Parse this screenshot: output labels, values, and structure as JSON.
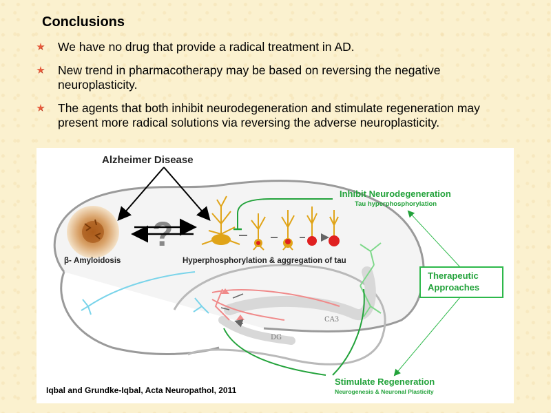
{
  "slide": {
    "title": "Conclusions",
    "bullets": [
      "We have no drug that provide a radical treatment in AD.",
      "New trend in pharmacotherapy may be based on reversing the negative neuroplasticity.",
      "The agents that both inhibit neurodegeneration and stimulate regeneration may present more radical solutions via reversing the adverse neuroplasticity."
    ]
  },
  "figure": {
    "heading": "Alzheimer Disease",
    "question_mark": "?",
    "amyloid_label": "β- Amyloidosis",
    "tau_label": "Hyperphosphorylation & aggregation of tau",
    "inhibit_title": "Inhibit Neurodegeneration",
    "inhibit_sub": "Tau hyperphosphorylation",
    "therapeutic_line1": "Therapeutic",
    "therapeutic_line2": "Approaches",
    "stimulate_title": "Stimulate Regeneration",
    "stimulate_sub": "Neurogenesis & Neuronal Plasticity",
    "ca3_label": "CA3",
    "dg_label": "DG",
    "citation": "Iqbal and Grundke-Iqbal, Acta Neuropathol, 2011"
  },
  "colors": {
    "green": "#22a23a",
    "light_green": "#2db84a",
    "tau_gold": "#e0a418",
    "tangle_red": "#e02020",
    "pink": "#f08a8a",
    "cyan": "#7ad4ea"
  }
}
